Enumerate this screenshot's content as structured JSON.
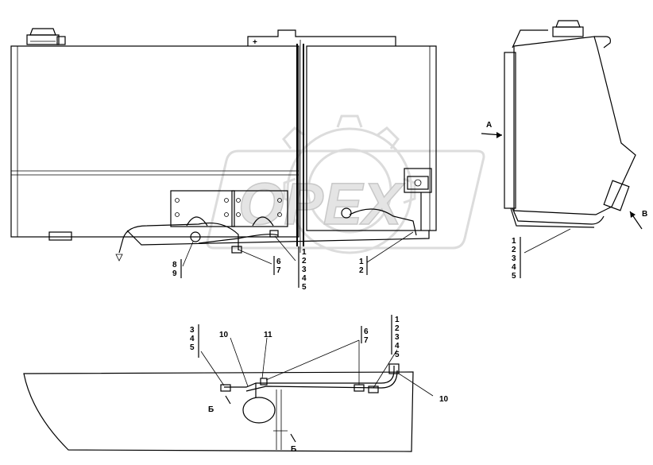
{
  "watermark": {
    "text": "OPEX"
  },
  "view_markers": {
    "a": "А",
    "b": "Б",
    "b_bottom": "Б",
    "v": "В",
    "plus": "+"
  },
  "callouts": {
    "c89": [
      "8",
      "9"
    ],
    "c67_top": [
      "6",
      "7"
    ],
    "c12345_top": [
      "1",
      "2",
      "3",
      "4",
      "5"
    ],
    "c12": [
      "1",
      "2"
    ],
    "c12345_side": [
      "1",
      "2",
      "3",
      "4",
      "5"
    ],
    "c345": [
      "3",
      "4",
      "5"
    ],
    "c10_left": "10",
    "c11": "11",
    "c67_bottom": [
      "6",
      "7"
    ],
    "c12345_bottom": [
      "1",
      "2",
      "3",
      "4",
      "5"
    ],
    "c10_right": "10"
  }
}
